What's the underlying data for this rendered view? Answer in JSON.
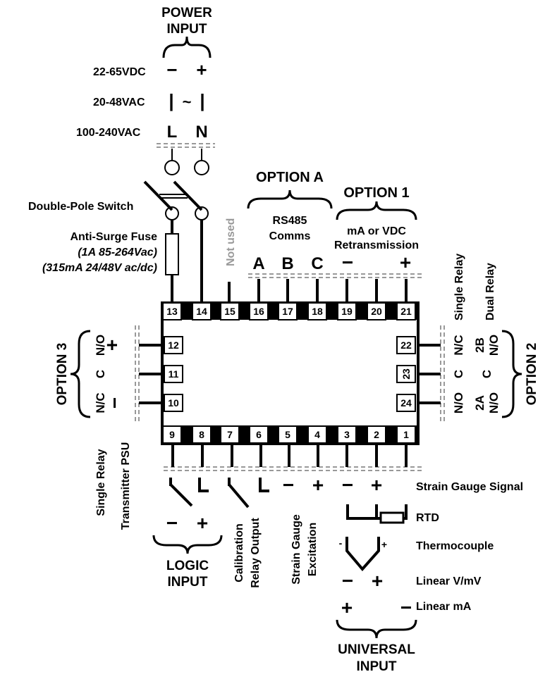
{
  "power": {
    "title_line1": "POWER",
    "title_line2": "INPUT",
    "dc_label": "22-65VDC",
    "ac_low_label": "20-48VAC",
    "ac_high_label": "100-240VAC",
    "minus": "−",
    "plus": "+",
    "bar": "|",
    "tilde": "~",
    "L": "L",
    "N": "N"
  },
  "switch_label": "Double-Pole Switch",
  "fuse": {
    "title": "Anti-Surge Fuse",
    "line1": "(1A 85-264Vac)",
    "line2": "(315mA 24/48V ac/dc)"
  },
  "not_used": "Not used",
  "option_a": {
    "title": "OPTION A",
    "sub1": "RS485",
    "sub2": "Comms",
    "A": "A",
    "B": "B",
    "C": "C"
  },
  "option_1": {
    "title": "OPTION 1",
    "sub1": "mA or VDC",
    "sub2": "Retransmission",
    "minus": "−",
    "plus": "+"
  },
  "terminals_top": [
    "13",
    "14",
    "15",
    "16",
    "17",
    "18",
    "19",
    "20",
    "21"
  ],
  "terminals_left": [
    "12",
    "11",
    "10"
  ],
  "terminals_right": [
    "22",
    "23",
    "24"
  ],
  "terminals_bottom": [
    "9",
    "8",
    "7",
    "6",
    "5",
    "4",
    "3",
    "2",
    "1"
  ],
  "option_3": {
    "title": "OPTION 3",
    "no": "N/O",
    "c": "C",
    "nc": "N/C",
    "plus": "+",
    "minus": "−",
    "single_relay": "Single Relay",
    "transmitter": "Transmitter PSU"
  },
  "option_2": {
    "title": "OPTION 2",
    "single_relay": "Single Relay",
    "dual_relay": "Dual Relay",
    "nc": "N/C",
    "c": "C",
    "no": "N/O",
    "b2": "2B",
    "b2_no": "N/O",
    "a2": "2A",
    "a2_no": "N/O",
    "c2": "C"
  },
  "logic": {
    "minus": "−",
    "plus": "+",
    "title_line1": "LOGIC",
    "title_line2": "INPUT"
  },
  "calibration": {
    "line1": "Calibration",
    "line2": "Relay Output"
  },
  "excitation": {
    "minus": "−",
    "plus": "+",
    "line1": "Strain Gauge",
    "line2": "Excitation"
  },
  "universal": {
    "sg_minus": "−",
    "sg_plus": "+",
    "sg_label": "Strain Gauge Signal",
    "rtd_label": "RTD",
    "tc_minus": "-",
    "tc_plus": "+",
    "tc_label": "Thermocouple",
    "lin_v_minus": "−",
    "lin_v_plus": "+",
    "lin_v_label": "Linear V/mV",
    "lin_ma_plus": "+",
    "lin_ma_minus": "−",
    "lin_ma_label": "Linear mA",
    "title_line1": "UNIVERSAL",
    "title_line2": "INPUT"
  }
}
